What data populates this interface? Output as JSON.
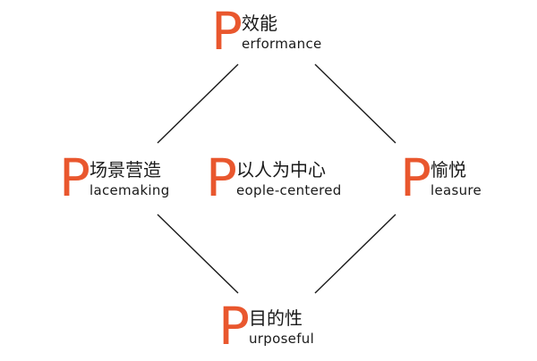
{
  "accent_color": "#e9572e",
  "text_color": "#1a1a1a",
  "line_color": "#1a1a1a",
  "nodes": {
    "top": {
      "letter": "P",
      "cn": "效能",
      "en": "erformance"
    },
    "left": {
      "letter": "P",
      "cn": "场景营造",
      "en": "lacemaking"
    },
    "center": {
      "letter": "P",
      "cn": "以人为中心",
      "en": "eople-centered"
    },
    "right": {
      "letter": "P",
      "cn": "愉悦",
      "en": "leasure"
    },
    "bottom": {
      "letter": "P",
      "cn": "目的性",
      "en": "urposeful"
    }
  }
}
